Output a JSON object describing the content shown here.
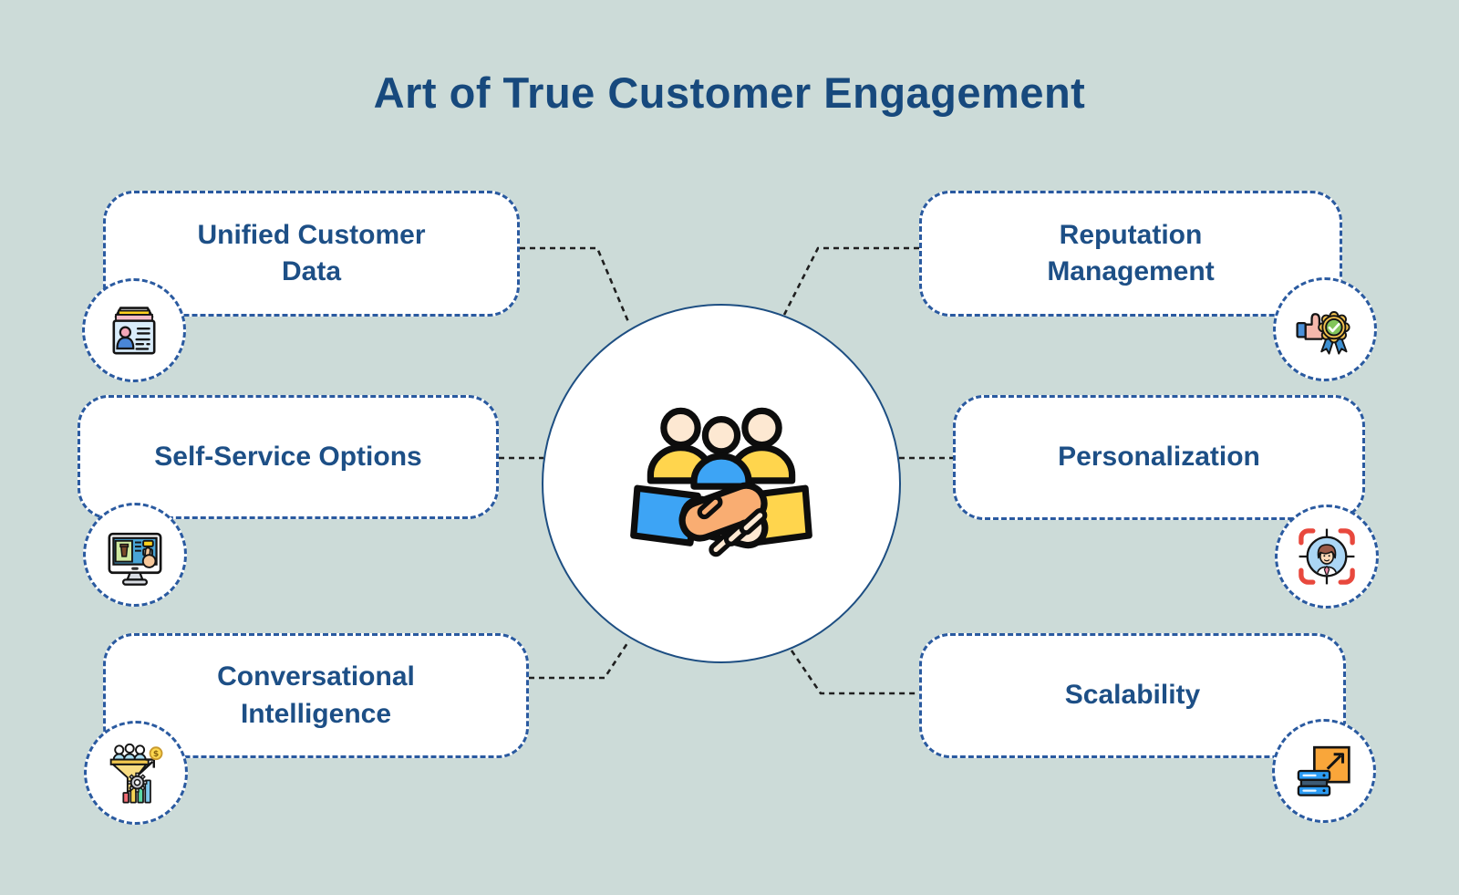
{
  "title": "Art of True Customer Engagement",
  "colors": {
    "background": "#ccdbd8",
    "title_text": "#17497d",
    "label_text": "#1d4f86",
    "box_border_blue": "#2a5aa0",
    "center_circle_border": "#1d4e82",
    "connector_black": "#1f1f1f",
    "accent_yellow": "#ffd54d",
    "accent_blue": "#3da4f5",
    "accent_orange": "#f9a63a"
  },
  "center": {
    "icon": "handshake-people-icon",
    "description": "three people above clasped handshake"
  },
  "nodes": [
    {
      "id": "unified-customer-data",
      "label": "Unified Customer\nData",
      "icon": "id-card-icon",
      "position": "top-left"
    },
    {
      "id": "self-service-options",
      "label": "Self-Service Options",
      "icon": "kiosk-icon",
      "position": "middle-left"
    },
    {
      "id": "conversational-intelligence",
      "label": "Conversational\nIntelligence",
      "icon": "funnel-analytics-icon",
      "position": "bottom-left"
    },
    {
      "id": "reputation-management",
      "label": "Reputation\nManagement",
      "icon": "thumbs-up-badge-icon",
      "position": "top-right"
    },
    {
      "id": "personalization",
      "label": "Personalization",
      "icon": "target-person-icon",
      "position": "middle-right"
    },
    {
      "id": "scalability",
      "label": "Scalability",
      "icon": "server-scale-icon",
      "position": "bottom-right"
    }
  ]
}
